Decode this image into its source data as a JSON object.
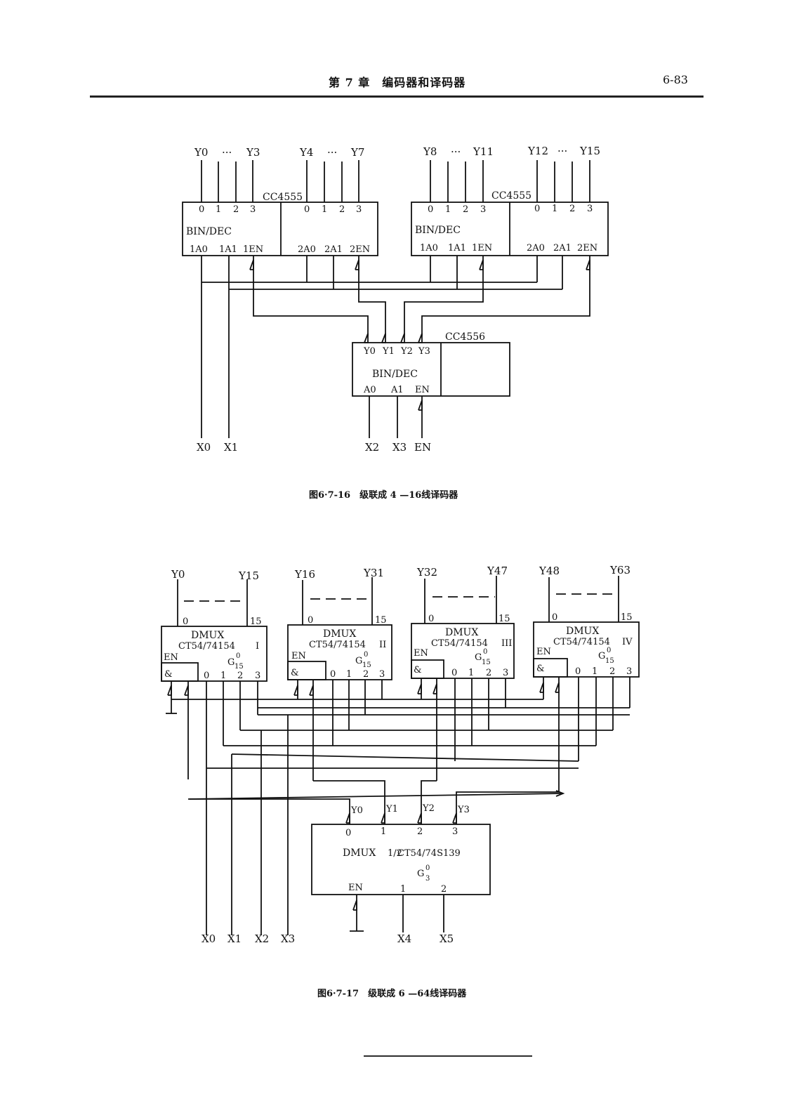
{
  "header": {
    "title": "第 7 章　编码器和译码器",
    "page": "6-83"
  },
  "fig1": {
    "caption": "图6·7-16　级联成 4 —16线译码器",
    "chip_top_name": "CC4555",
    "chip_bottom_name": "CC4556",
    "fn": "BIN/DEC",
    "pins_out": [
      "0",
      "1",
      "2",
      "3"
    ],
    "dots": "···",
    "top_left_outputs": [
      "Y0",
      "Y3",
      "Y4",
      "Y7"
    ],
    "top_right_outputs": [
      "Y8",
      "Y11",
      "Y12",
      "Y15"
    ],
    "pin_1a0": "1A0",
    "pin_1a1": "1A1",
    "pin_1en": "1EN",
    "pin_2a0": "2A0",
    "pin_2a1": "2A1",
    "pin_2en": "2EN",
    "cc4556_outputs": [
      "Y0",
      "Y1",
      "Y2",
      "Y3"
    ],
    "cc4556_inputs": [
      "A0",
      "A1",
      "EN"
    ],
    "inputs": [
      "X0",
      "X1",
      "X2",
      "X3",
      "EN"
    ]
  },
  "fig2": {
    "caption": "图6·7-17　级联成 6 —64线译码器",
    "dmux": "DMUX",
    "chip": "CT54/74154",
    "roman": [
      "I",
      "II",
      "III",
      "IV"
    ],
    "en": "EN",
    "amp": "&",
    "g": "G",
    "g_sup": "0",
    "g_sub": "15",
    "pin_first": "0",
    "pin_last": "15",
    "sel_pins": [
      "0",
      "1",
      "2",
      "3"
    ],
    "outputs": [
      "Y0",
      "Y15",
      "Y16",
      "Y31",
      "Y32",
      "Y47",
      "Y48",
      "Y63"
    ],
    "demux_name": "DMUX",
    "demux_half": "1/2",
    "demux_chip": "CT54/74S139",
    "demux_g_sub": "3",
    "demux_outputs": [
      "Y0",
      "Y1",
      "Y2",
      "Y3"
    ],
    "demux_pins": [
      "0",
      "1",
      "2",
      "3"
    ],
    "demux_in_pins": [
      "1",
      "2"
    ],
    "demux_en": "EN",
    "inputs": [
      "X0",
      "X1",
      "X2",
      "X3",
      "X4",
      "X5"
    ]
  }
}
